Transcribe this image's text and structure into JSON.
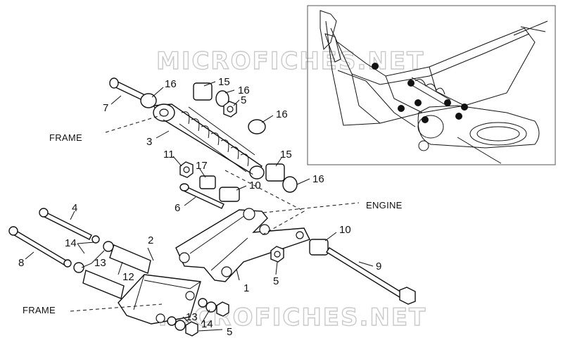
{
  "watermark": {
    "top": "MICROFICHES.NET",
    "bottom": "MICROFICHES.NET"
  },
  "labels": {
    "frame_top": "FRAME",
    "frame_bottom": "FRAME",
    "engine": "ENGINE"
  },
  "callouts": {
    "c1": "1",
    "c2": "2",
    "c3": "3",
    "c4": "4",
    "c5_top": "5",
    "c5_mid": "5",
    "c5_bottom": "5",
    "c6": "6",
    "c7": "7",
    "c8": "8",
    "c9": "9",
    "c10_top": "10",
    "c10_right": "10",
    "c11": "11",
    "c12": "12",
    "c13_left": "13",
    "c13_bottom": "13",
    "c14_left": "14",
    "c14_bottom": "14",
    "c15_top": "15",
    "c15_mid": "15",
    "c16_top": "16",
    "c16_shock": "16",
    "c16_mid": "16",
    "c16_right": "16",
    "c17": "17"
  },
  "colors": {
    "line": "#111111",
    "watermark": "#c9c9c9",
    "background": "#ffffff"
  }
}
